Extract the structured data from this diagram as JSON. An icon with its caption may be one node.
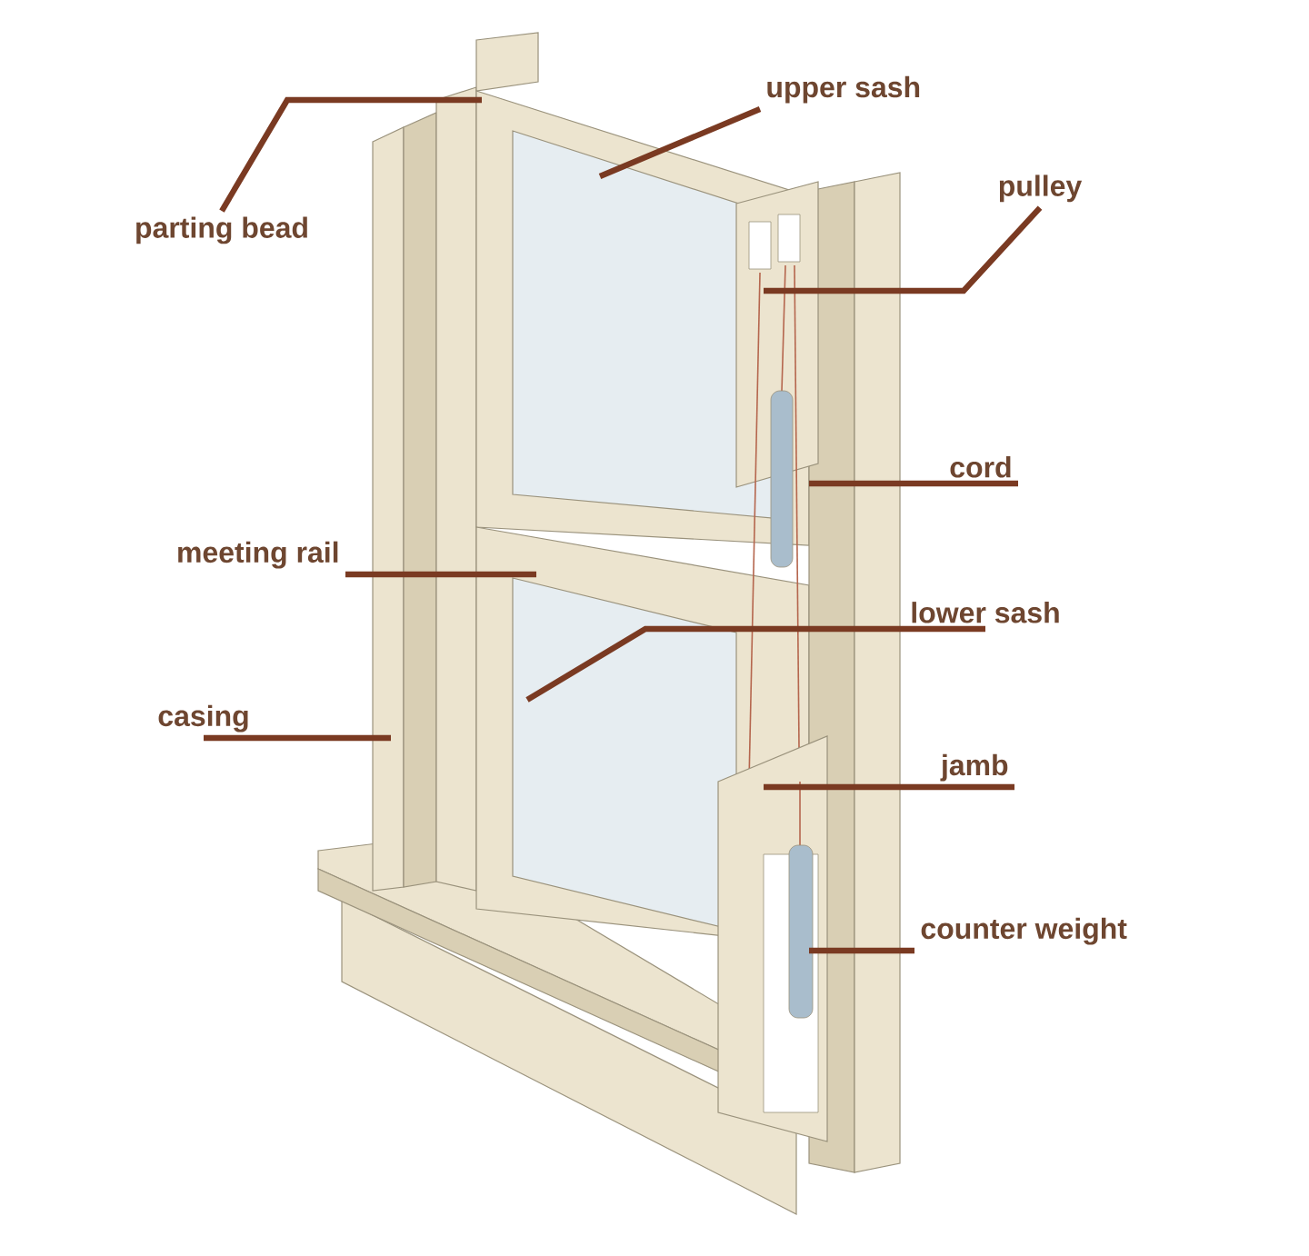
{
  "diagram": {
    "nodes": [
      {
        "text": [
          "parting bead"
        ]
      },
      {
        "text": [
          "upper sash"
        ]
      },
      {
        "text": [
          "pulley"
        ]
      },
      {
        "text": [
          "cord"
        ]
      },
      {
        "text": [
          "meeting rail"
        ]
      },
      {
        "text": [
          "lower sash"
        ]
      },
      {
        "text": [
          "casing"
        ]
      },
      {
        "text": [
          "jamb"
        ]
      },
      {
        "text": [
          "counter weight"
        ]
      }
    ],
    "edges": [
      {
        "from": 0,
        "to": null,
        "arrow": "none"
      },
      {
        "from": 1,
        "to": null,
        "arrow": "none"
      },
      {
        "from": 2,
        "to": null,
        "arrow": "none"
      },
      {
        "from": 3,
        "to": null,
        "arrow": "none"
      },
      {
        "from": 4,
        "to": null,
        "arrow": "none"
      },
      {
        "from": 5,
        "to": null,
        "arrow": "none"
      },
      {
        "from": 6,
        "to": null,
        "arrow": "none"
      },
      {
        "from": 7,
        "to": null,
        "arrow": "none"
      },
      {
        "from": 8,
        "to": null,
        "arrow": "none"
      }
    ]
  }
}
